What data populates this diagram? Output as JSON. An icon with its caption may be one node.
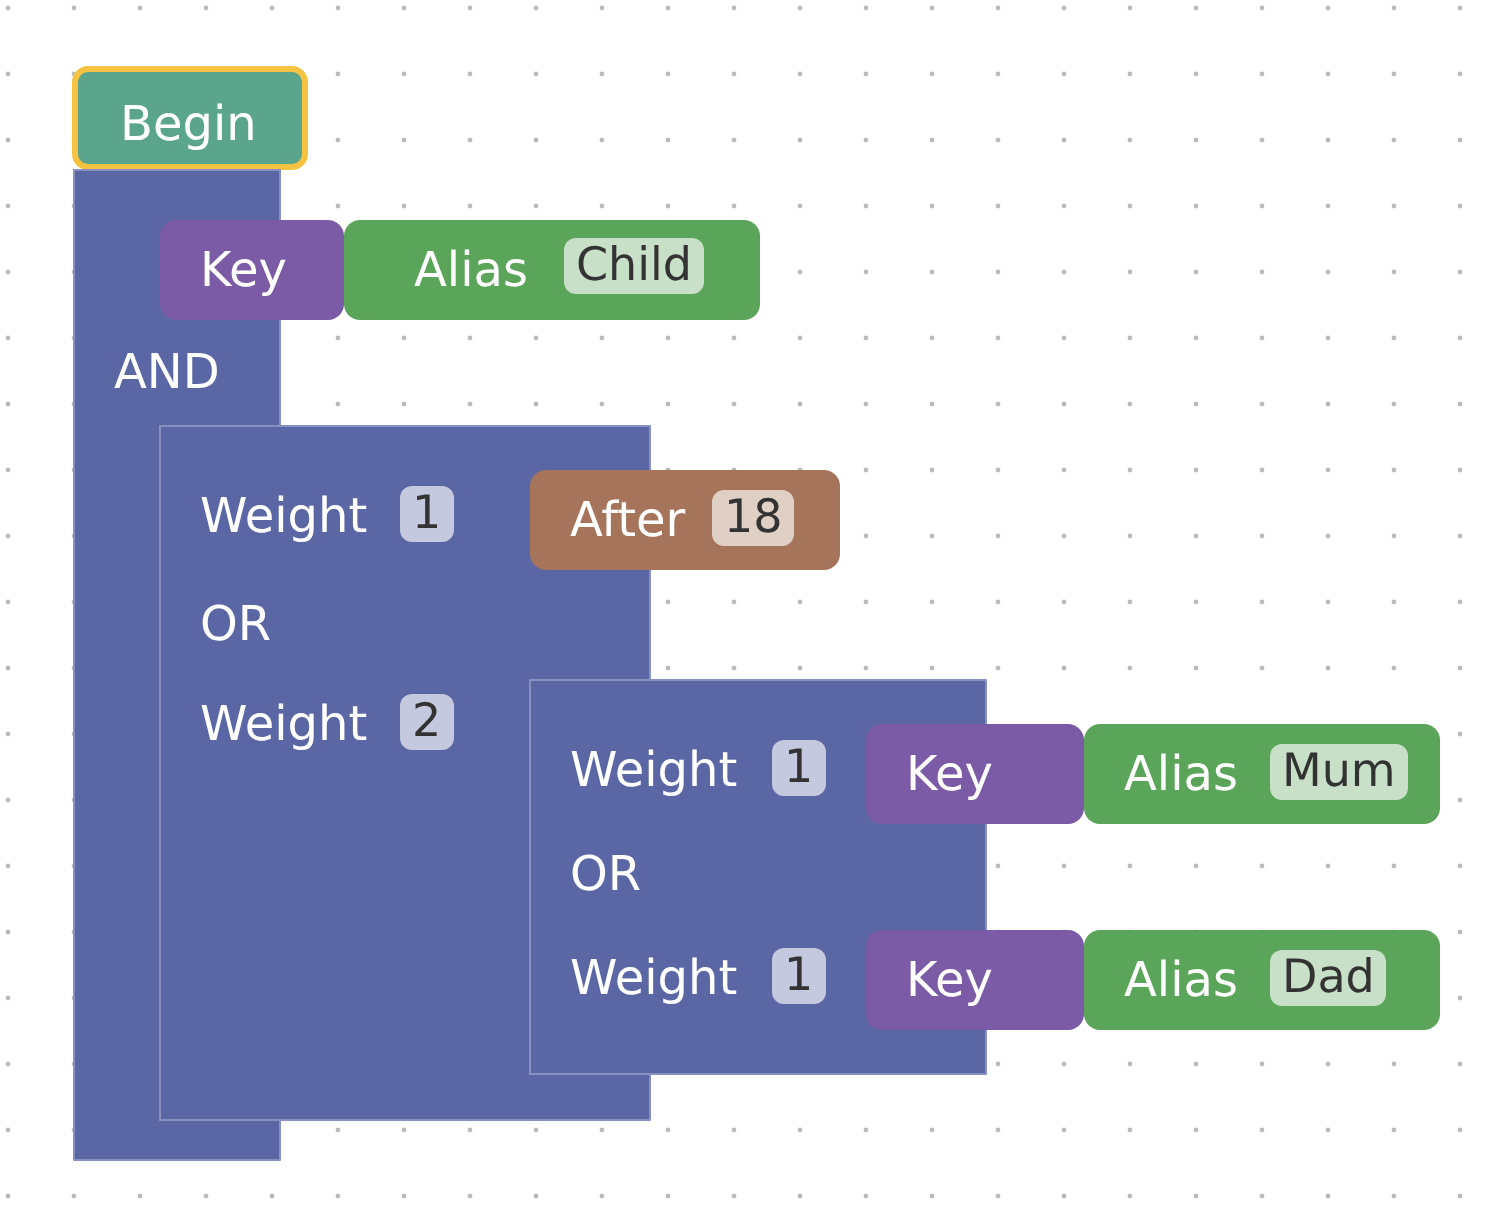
{
  "diagram": {
    "nodes": [
      {
        "text": [
          "Begin"
        ]
      },
      {
        "text": [
          "AND"
        ]
      },
      {
        "text": [
          "Key"
        ]
      },
      {
        "text": [
          "Alias",
          "Child"
        ]
      },
      {
        "text": [
          "Weight",
          "1",
          "OR",
          "Weight",
          "2"
        ]
      },
      {
        "text": [
          "After",
          "18"
        ]
      },
      {
        "text": [
          "Weight",
          "1",
          "OR",
          "Weight",
          "1"
        ]
      },
      {
        "text": [
          "Key"
        ]
      },
      {
        "text": [
          "Alias",
          "Mum"
        ]
      },
      {
        "text": [
          "Key"
        ]
      },
      {
        "text": [
          "Alias",
          "Dad"
        ]
      }
    ]
  }
}
